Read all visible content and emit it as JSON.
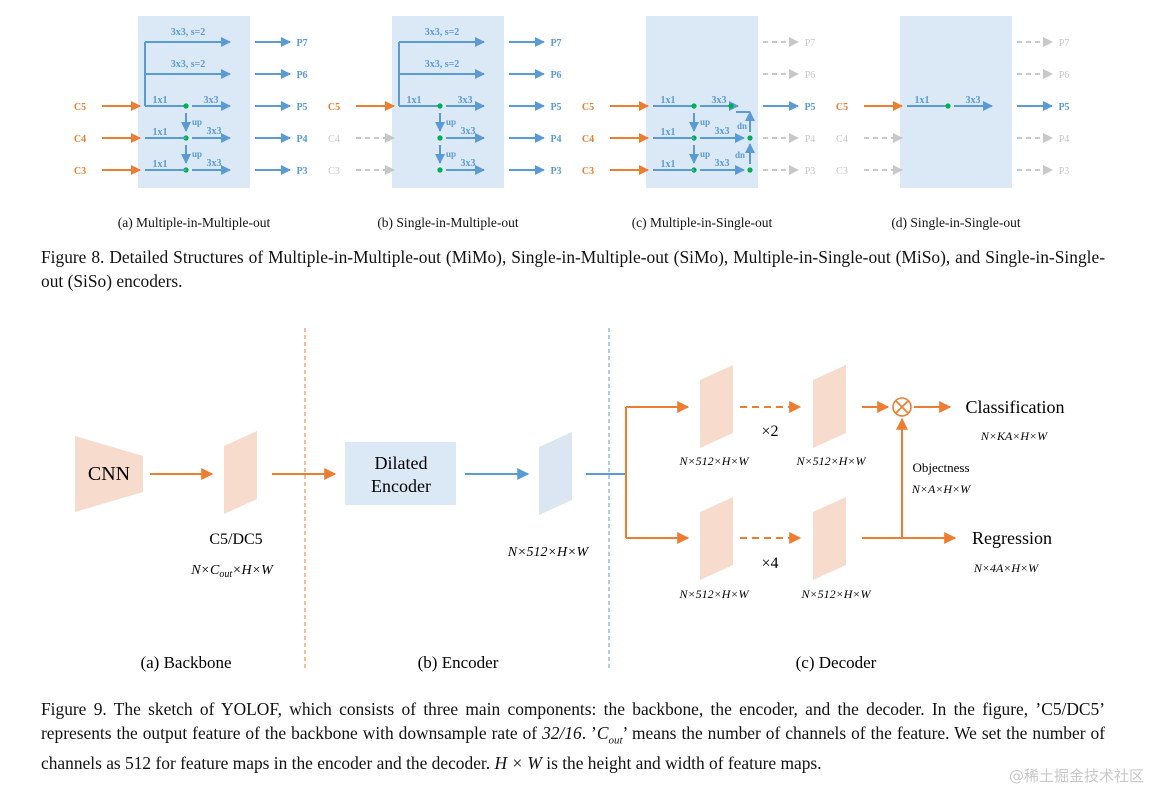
{
  "figure8": {
    "panels": [
      {
        "id": "a",
        "caption": "(a) Multiple-in-Multiple-out",
        "inputs": [
          {
            "label": "C5",
            "active": true
          },
          {
            "label": "C4",
            "active": true
          },
          {
            "label": "C3",
            "active": true
          }
        ],
        "outputs": [
          {
            "label": "P7",
            "active": true
          },
          {
            "label": "P6",
            "active": true
          },
          {
            "label": "P5",
            "active": true
          },
          {
            "label": "P4",
            "active": true
          },
          {
            "label": "P3",
            "active": true
          }
        ],
        "ops": {
          "conv3x3_s2_top": "3x3, s=2",
          "conv3x3_s2_mid": "3x3, s=2",
          "lateral_c5": "1x1",
          "lateral_c4": "1x1",
          "lateral_c3": "1x1",
          "out_p5": "3x3",
          "out_p4": "3x3",
          "out_p3": "3x3",
          "up1": "up",
          "up2": "up"
        }
      },
      {
        "id": "b",
        "caption": "(b) Single-in-Multiple-out",
        "inputs": [
          {
            "label": "C5",
            "active": true
          },
          {
            "label": "C4",
            "active": false
          },
          {
            "label": "C3",
            "active": false
          }
        ],
        "outputs": [
          {
            "label": "P7",
            "active": true
          },
          {
            "label": "P6",
            "active": true
          },
          {
            "label": "P5",
            "active": true
          },
          {
            "label": "P4",
            "active": true
          },
          {
            "label": "P3",
            "active": true
          }
        ],
        "ops": {
          "conv3x3_s2_top": "3x3, s=2",
          "conv3x3_s2_mid": "3x3, s=2",
          "lateral_c5": "1x1",
          "out_p5": "3x3",
          "out_p4": "3x3",
          "out_p3": "3x3",
          "up1": "up",
          "up2": "up"
        }
      },
      {
        "id": "c",
        "caption": "(c) Multiple-in-Single-out",
        "inputs": [
          {
            "label": "C5",
            "active": true
          },
          {
            "label": "C4",
            "active": true
          },
          {
            "label": "C3",
            "active": true
          }
        ],
        "outputs": [
          {
            "label": "P7",
            "active": false
          },
          {
            "label": "P6",
            "active": false
          },
          {
            "label": "P5",
            "active": true
          },
          {
            "label": "P4",
            "active": false
          },
          {
            "label": "P3",
            "active": false
          }
        ],
        "ops": {
          "lateral_c5": "1x1",
          "lateral_c4": "1x1",
          "lateral_c3": "1x1",
          "out_p5": "3x3",
          "out_p4": "3x3",
          "out_p3": "3x3",
          "up1": "up",
          "up2": "up",
          "dn1": "dn",
          "dn2": "dn"
        }
      },
      {
        "id": "d",
        "caption": "(d) Single-in-Single-out",
        "inputs": [
          {
            "label": "C5",
            "active": true
          },
          {
            "label": "C4",
            "active": false
          },
          {
            "label": "C3",
            "active": false
          }
        ],
        "outputs": [
          {
            "label": "P7",
            "active": false
          },
          {
            "label": "P6",
            "active": false
          },
          {
            "label": "P5",
            "active": true
          },
          {
            "label": "P4",
            "active": false
          },
          {
            "label": "P3",
            "active": false
          }
        ],
        "ops": {
          "lateral_c5": "1x1",
          "out_p5": "3x3"
        }
      }
    ],
    "caption_text": "Figure 8. Detailed Structures of Multiple-in-Multiple-out (MiMo), Single-in-Multiple-out (SiMo), Multiple-in-Single-out (MiSo), and Single-in-Single-out (SiSo) encoders."
  },
  "figure9": {
    "backbone": {
      "block_label": "CNN",
      "feature_label": "C5/DC5",
      "caption": "(a) Backbone"
    },
    "encoder": {
      "block_label_line1": "Dilated",
      "block_label_line2": "Encoder",
      "feature_dims": "N×512×H×W",
      "caption": "(b) Encoder"
    },
    "decoder": {
      "repeat_cls": "×2",
      "repeat_reg": "×4",
      "cls_in_dims": "N×512×H×W",
      "cls_out_dims": "N×512×H×W",
      "reg_in_dims": "N×512×H×W",
      "reg_out_dims": "N×512×H×W",
      "multiply_symbol": "⊗",
      "objectness_label": "Objectness",
      "objectness_dims": "N×A×H×W",
      "classification_label": "Classification",
      "classification_dims": "N×KA×H×W",
      "regression_label": "Regression",
      "regression_dims": "N×4A×H×W",
      "caption": "(c) Decoder"
    },
    "caption_segments": {
      "s1": "Figure 9. The sketch of YOLOF, which consists of three main components: the backbone, the encoder, and the decoder. In the figure, ’C5/DC5’ represents the output feature of the backbone with downsample rate of ",
      "m1": "32/16",
      "s2": ". ’",
      "m2_base": "C",
      "m2_sub": "out",
      "s3": "’ means the number of channels of the feature. We set the number of channels as ",
      "m3": "512",
      "s4": " for feature maps in the encoder and the decoder. ",
      "m4": "H × W",
      "s5": " is the height and width of feature maps."
    }
  },
  "watermark": "@稀土掘金技术社区",
  "colors": {
    "orange": "#ed7d31",
    "blue": "#5b9bd5",
    "panel_bg": "#dbe8f5",
    "green": "#00b050",
    "gray": "#c8c8c8",
    "plane_orange": "#f7dccd",
    "plane_blue": "#dce6f2"
  }
}
